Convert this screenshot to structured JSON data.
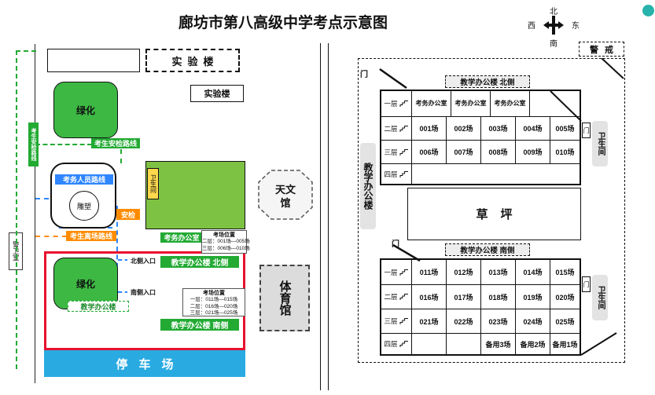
{
  "title": "廊坊市第八高级中学考点示意图",
  "compass": {
    "north": "北",
    "south": "南",
    "east": "东",
    "west": "西"
  },
  "left_map": {
    "guard_room": "警卫室",
    "lab_building_large": "实验楼",
    "lab_building_small": "实验楼",
    "green_top": "绿化",
    "green_bottom": "绿化",
    "route_security_label": "考生安检路线",
    "route_staff_label": "考务人员路线",
    "sculpture": "雕塑",
    "security_check": "安检",
    "restroom_small": "卫生间",
    "astronomy_line1": "天文",
    "astronomy_line2": "馆",
    "route_exit_label": "考生离场路线",
    "exam_office_label": "考务办公室",
    "info_north": {
      "title": "考场位置",
      "lines": [
        "二层：001场—005场",
        "三层：006场—010场"
      ]
    },
    "building_north_label": "教学办公楼 北侧",
    "entrance_north": "北侧入口",
    "entrance_south": "南侧入口",
    "teaching_building_label": "教学办公楼",
    "info_south": {
      "title": "考场位置",
      "lines": [
        "一层：011场—015场",
        "二层：016场—020场",
        "三层：021场—025场"
      ]
    },
    "building_south_label": "教学办公楼 南侧",
    "gym": "体育馆",
    "parking": "停车场"
  },
  "right_plan": {
    "cordon_label": "警戒",
    "building_vertical_label": "教学办公楼",
    "door": "门",
    "header_north": "教学办公楼 北侧",
    "header_south": "教学办公楼 南侧",
    "lawn": "草坪",
    "restroom": "卫生间",
    "north_table": {
      "floors": [
        "一层",
        "二层",
        "三层",
        "四层"
      ],
      "row1": [
        "考务办公室",
        "考务办公室",
        "考务办公室"
      ],
      "row2": [
        "001场",
        "002场",
        "003场",
        "004场",
        "005场"
      ],
      "row3": [
        "006场",
        "007场",
        "008场",
        "009场",
        "010场"
      ]
    },
    "south_table": {
      "floors": [
        "一层",
        "二层",
        "三层",
        "四层"
      ],
      "row1": [
        "011场",
        "012场",
        "013场",
        "014场",
        "015场"
      ],
      "row2": [
        "016场",
        "017场",
        "018场",
        "019场",
        "020场"
      ],
      "row3": [
        "021场",
        "022场",
        "023场",
        "024场",
        "025场"
      ],
      "row4": [
        "备用3场",
        "备用2场",
        "备用1场"
      ]
    }
  }
}
